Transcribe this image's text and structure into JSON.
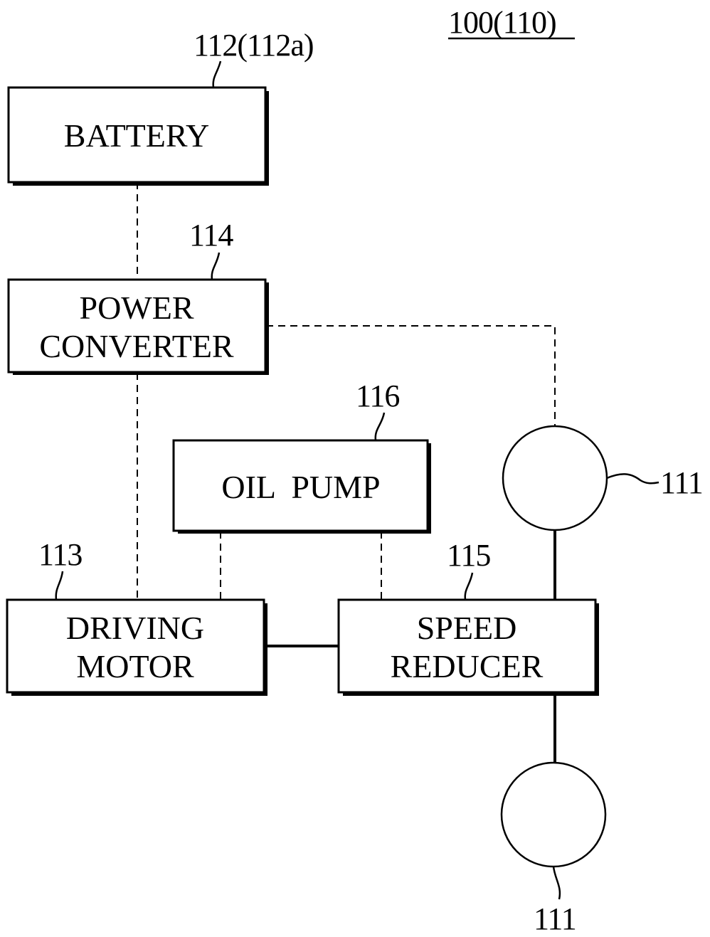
{
  "figure_ref": "100(110)",
  "blocks": {
    "battery": {
      "label": "BATTERY",
      "ref": "112(112a)"
    },
    "power_converter": {
      "line1": "POWER",
      "line2": "CONVERTER",
      "ref": "114"
    },
    "oil_pump": {
      "label": "OIL  PUMP",
      "ref": "116"
    },
    "driving_motor": {
      "line1": "DRIVING",
      "line2": "MOTOR",
      "ref": "113"
    },
    "speed_reducer": {
      "line1": "SPEED",
      "line2": "REDUCER",
      "ref": "115"
    }
  },
  "wheels": {
    "upper_ref": "111",
    "lower_ref": "111"
  }
}
